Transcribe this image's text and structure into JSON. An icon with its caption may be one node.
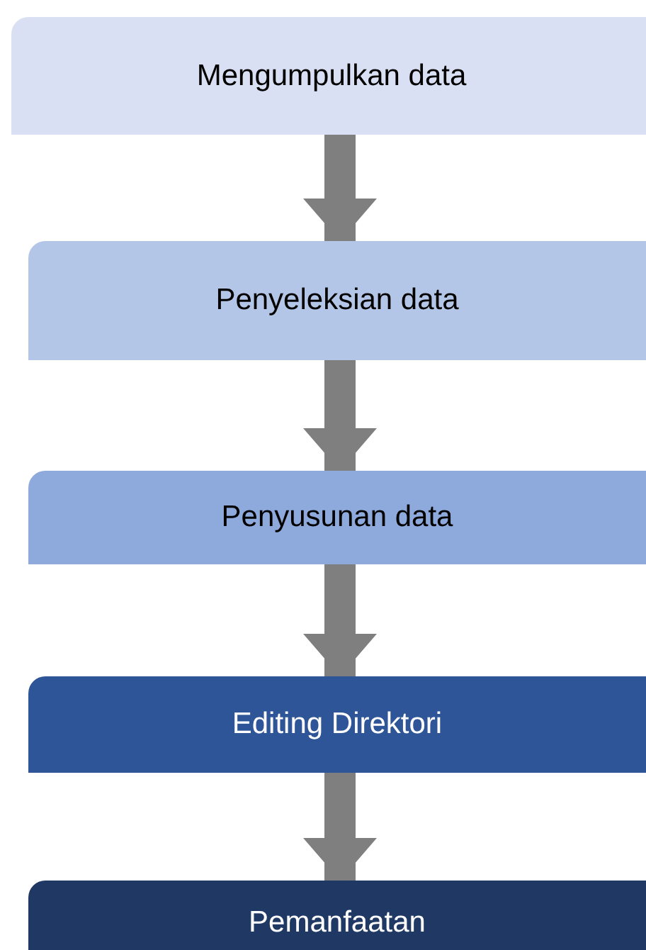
{
  "diagram": {
    "nodes": [
      {
        "text": [
          "Mengumpulkan data"
        ]
      },
      {
        "text": [
          "Penyeleksian data"
        ]
      },
      {
        "text": [
          "Penyusunan data"
        ]
      },
      {
        "text": [
          "Editing Direktori"
        ]
      },
      {
        "text": [
          "Pemanfaatan"
        ]
      }
    ],
    "edges": [
      {
        "from": 0,
        "to": 1,
        "arrow": "to"
      },
      {
        "from": 1,
        "to": 2,
        "arrow": "to"
      },
      {
        "from": 2,
        "to": 3,
        "arrow": "to"
      },
      {
        "from": 3,
        "to": 4,
        "arrow": "to"
      }
    ]
  }
}
